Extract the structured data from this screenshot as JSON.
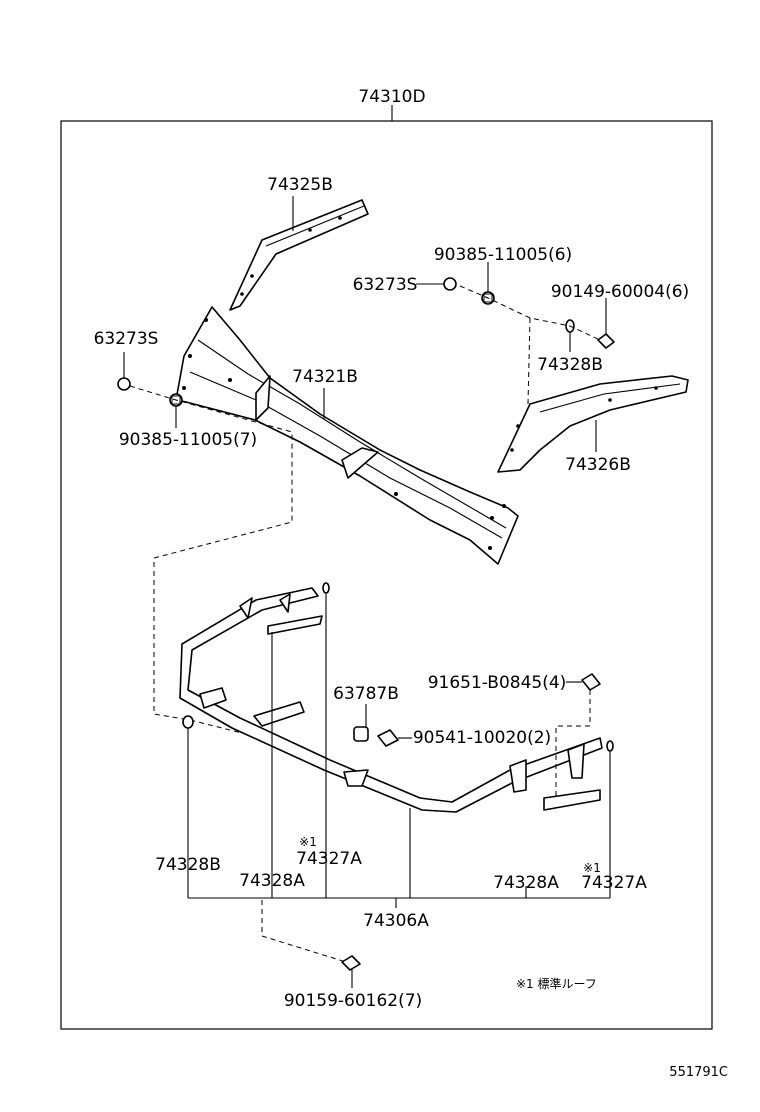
{
  "diagram": {
    "assembly_label": "74310D",
    "labels": {
      "p74325B": "74325B",
      "p90385_6": "90385-11005(6)",
      "p63273S_top": "63273S",
      "p90149": "90149-60004(6)",
      "p63273S_left": "63273S",
      "p74321B": "74321B",
      "p74328B_top": "74328B",
      "p90385_7": "90385-11005(7)",
      "p74326B": "74326B",
      "p91651": "91651-B0845(4)",
      "p63787B": "63787B",
      "p90541": "90541-10020(2)",
      "p74328B_bottom": "74328B",
      "p74327A_left": "74327A",
      "mark_left": "※1",
      "p74328A_left": "74328A",
      "p74328A_right": "74328A",
      "p74327A_right": "74327A",
      "mark_right": "※1",
      "p74306A": "74306A",
      "p90159": "90159-60162(7)"
    },
    "footnote": "※1 標準ルーフ",
    "diagram_code": "551791C"
  }
}
